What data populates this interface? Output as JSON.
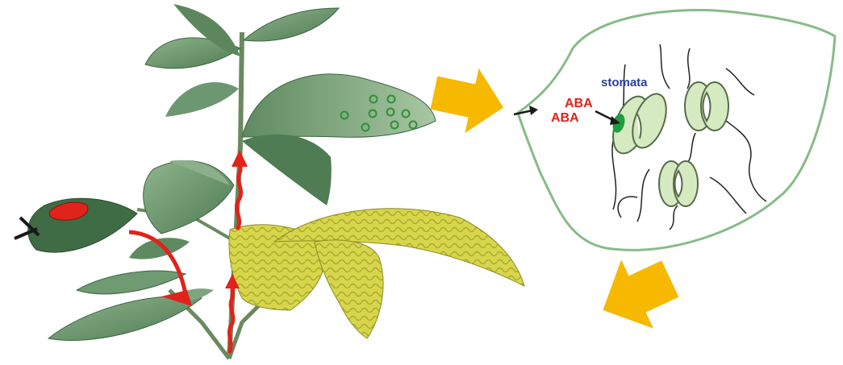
{
  "labels": {
    "stomata": "stomata",
    "aba_top": "ABA",
    "aba_bottom": "ABA"
  },
  "colors": {
    "background": "#ffffff",
    "leaf_dark": "#4e7a52",
    "leaf_mid": "#6f9a72",
    "leaf_light": "#9dbf9a",
    "stem": "#6a8a5e",
    "wilted_leaf": "#d7d64a",
    "wilted_pattern": "#b9b83a",
    "damage_patch": "#e0231b",
    "signal_arrow": "#e0231b",
    "big_arrow": "#f7b800",
    "leaf_outline": "#88bb88",
    "guard_cell_fill": "#d6eac2",
    "guard_cell_stroke": "#556b4a",
    "aba_molecule": "#1f9e3f",
    "stomata_label": "#2a3f9e",
    "aba_label": "#e0231b",
    "stoma_marker": "#2f8f3a"
  },
  "icons": {
    "big_arrow_right": "arrow-right-icon",
    "big_arrow_left": "arrow-left-icon"
  }
}
